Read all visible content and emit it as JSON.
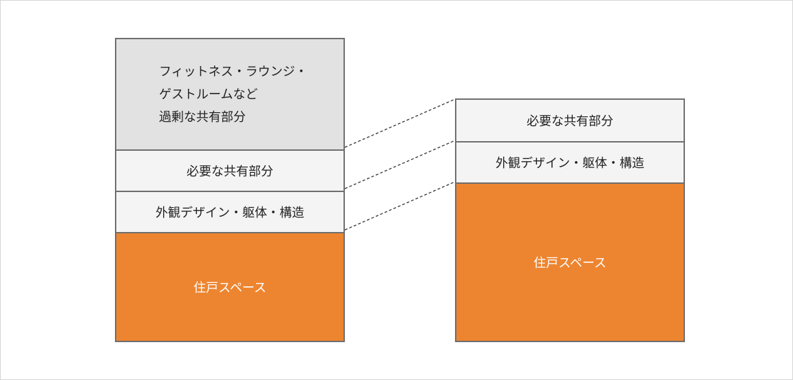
{
  "colors": {
    "living_space": "#ed8530",
    "excess_shared": "#e2e2e2",
    "necessary": "#f4f4f4",
    "border": "#6e6e6e"
  },
  "left_stack": {
    "excess_shared": {
      "lines": [
        "フィットネス・ラウンジ・",
        "ゲストルームなど",
        "過剰な共有部分"
      ]
    },
    "necessary_shared": "必要な共有部分",
    "exterior_structure": "外観デザイン・躯体・構造",
    "living_space": "住戸スペース"
  },
  "right_stack": {
    "necessary_shared": "必要な共有部分",
    "exterior_structure": "外観デザイン・躯体・構造",
    "living_space": "住戸スペース"
  }
}
